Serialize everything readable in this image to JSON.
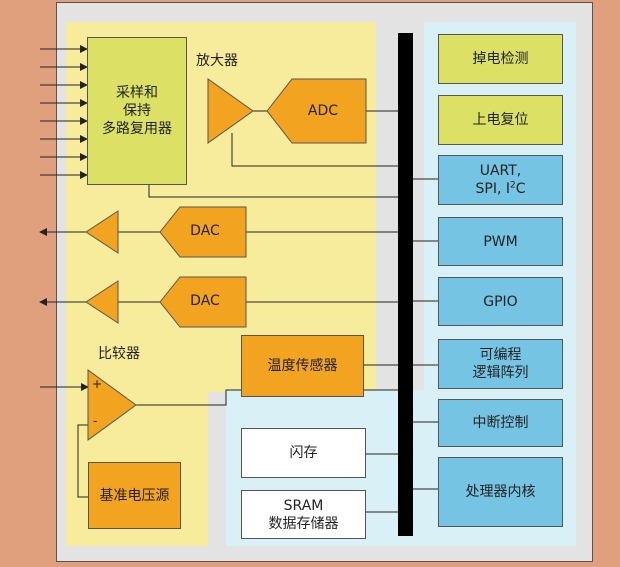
{
  "left_block": {
    "mux_label": "采样和\n保持\n多路复用器",
    "amp_label": "放大器",
    "adc_label": "ADC",
    "dac1_label": "DAC",
    "dac2_label": "DAC",
    "comparator_label": "比较器",
    "comp_plus": "+",
    "comp_minus": "-",
    "vref_label": "基准电压源",
    "temp_sensor_label": "温度传感器",
    "flash_label": "闪存",
    "sram_label": "SRAM\n数据存储器"
  },
  "right_column": {
    "brownout": "掉电检测",
    "power_on_reset": "上电复位",
    "uart_line1": "UART,",
    "uart_line2_pre": "SPI, I",
    "uart_sup": "2",
    "uart_line2_post": "C",
    "pwm": "PWM",
    "gpio": "GPIO",
    "pla": "可编程\n逻辑阵列",
    "interrupt": "中断控制",
    "cpu_core": "处理器内核"
  },
  "colors": {
    "background": "#E0A07E",
    "panel": "#E3E3E3",
    "analog_area": "#F7EC9B",
    "digital_area": "#D9F0F7",
    "green_block": "#DCE166",
    "blue_block": "#76C4E4",
    "orange_block": "#F2A31F",
    "bus": "#000000"
  }
}
